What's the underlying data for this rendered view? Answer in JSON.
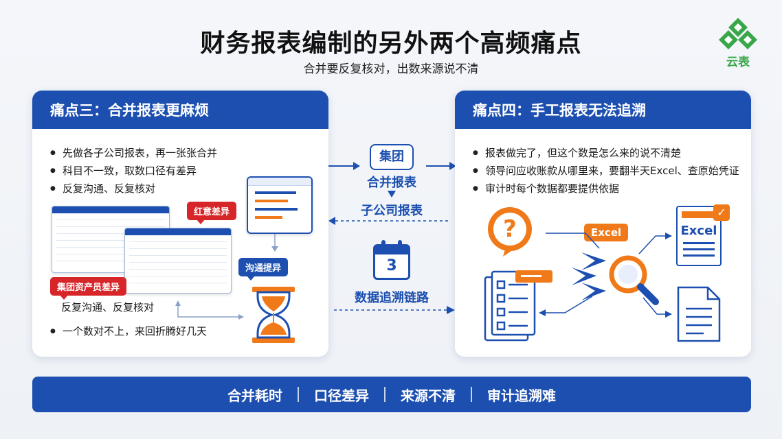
{
  "title": "财务报表编制的另外两个高频痛点",
  "subtitle": "合并要反复核对，出数来源说不清",
  "logo": {
    "text": "云表",
    "color": "#3aa64a"
  },
  "left_card": {
    "title": "痛点三：合并报表更麻烦",
    "bullets": [
      "先做各子公司报表，再一张张合并",
      "科目不一致，取数口径有差异",
      "反复沟通、反复核对"
    ],
    "tag_red_1": "红意差异",
    "tag_red_2": "集团资产员差异",
    "tag_blue": "沟通提异",
    "caption": "反复沟通、反复核对",
    "last_bullet": "一个数对不上，来回折腾好几天"
  },
  "right_card": {
    "title": "痛点四：手工报表无法追溯",
    "bullets": [
      "报表做完了，但这个数是怎么来的说不清楚",
      "领导问应收账款从哪里来，要翻半天Excel、查原始凭证",
      "审计时每个数据都要提供依据"
    ],
    "excel_tag": "Excel",
    "excel_doc": "Excel",
    "question_mark": "?"
  },
  "center": {
    "group_label": "集团",
    "merge_label": "合并报表",
    "sub_label": "子公司报表",
    "calendar_number": "3",
    "trace_label": "数据追溯链路"
  },
  "bottom_bar": [
    "合并耗时",
    "口径差异",
    "来源不清",
    "审计追溯难"
  ],
  "colors": {
    "primary": "#1c4fb0",
    "accent_orange": "#f07a1a",
    "red": "#d6262a"
  }
}
